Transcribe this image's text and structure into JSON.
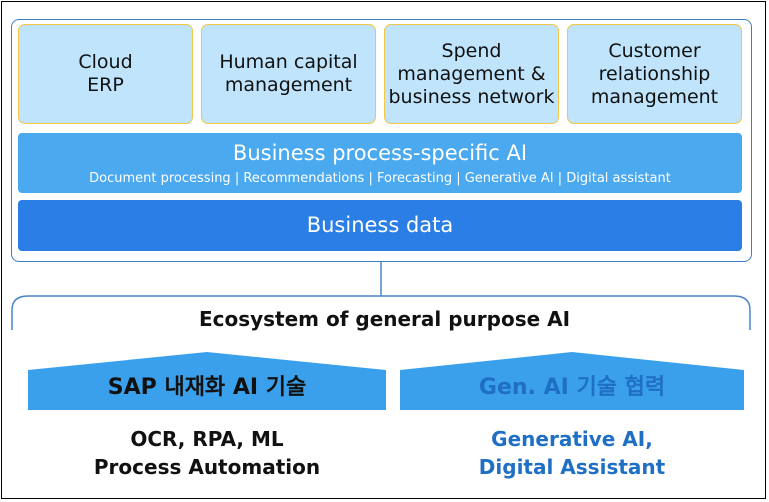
{
  "modules": [
    {
      "label": "Cloud\nERP"
    },
    {
      "label": "Human capital\nmanagement"
    },
    {
      "label": "Spend\nmanagement &\nbusiness network"
    },
    {
      "label": "Customer\nrelationship\nmanagement"
    }
  ],
  "process_ai": {
    "title": "Business process-specific AI",
    "subtitle": "Document processing | Recommendations | Forecasting | Generative AI | Digital assistant"
  },
  "business_data": {
    "label": "Business data"
  },
  "ecosystem": {
    "title": "Ecosystem of general purpose AI"
  },
  "left_block": {
    "heading": "SAP 내재화 AI 기술",
    "line1": "OCR, RPA, ML",
    "line2": "Process Automation"
  },
  "right_block": {
    "heading": "Gen. AI 기술 협력",
    "line1": "Generative AI,",
    "line2": "Digital Assistant"
  },
  "colors": {
    "module_fill": "#bfe4fb",
    "module_border": "#f3c645",
    "ai_band": "#4aa9ef",
    "data_band": "#2a7ee6",
    "pill_fill": "#3aa0ec",
    "right_text": "#1f6fc5"
  }
}
